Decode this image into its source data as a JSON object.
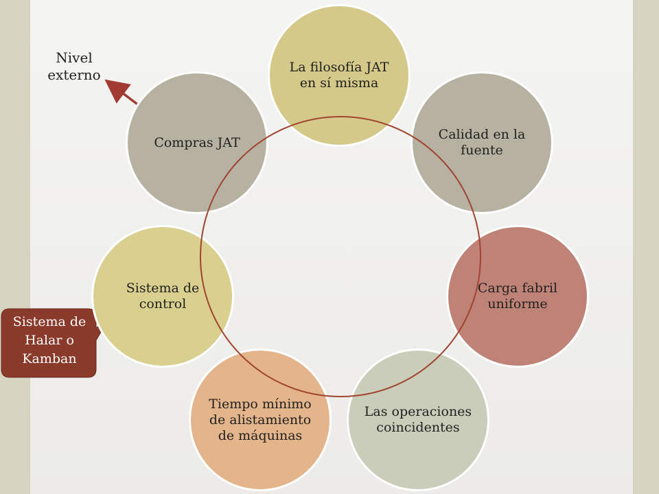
{
  "nodes": [
    {
      "label": "La filosofía JAT en sí misma",
      "color": "#d5c98a"
    },
    {
      "label": "Calidad en la fuente",
      "color": "#b7b1a2"
    },
    {
      "label": "Carga fabril uniforme",
      "color": "#bf8276"
    },
    {
      "label": "Las operaciones coincidentes",
      "color": "#c9cdb9"
    },
    {
      "label": "Tiempo mínimo de alistamiento de máquinas",
      "color": "#e4b48b"
    },
    {
      "label": "Sistema de control",
      "color": "#d9cf8f"
    },
    {
      "label": "Compras JAT",
      "color": "#b7b1a2"
    }
  ],
  "callout_external": {
    "label": "Nivel externo",
    "arrow_color": "#a23b32"
  },
  "callout_pull": {
    "label": "Sistema de Halar o Kamban",
    "color": "#8a3a2a"
  },
  "ring_color": "#a0442f"
}
